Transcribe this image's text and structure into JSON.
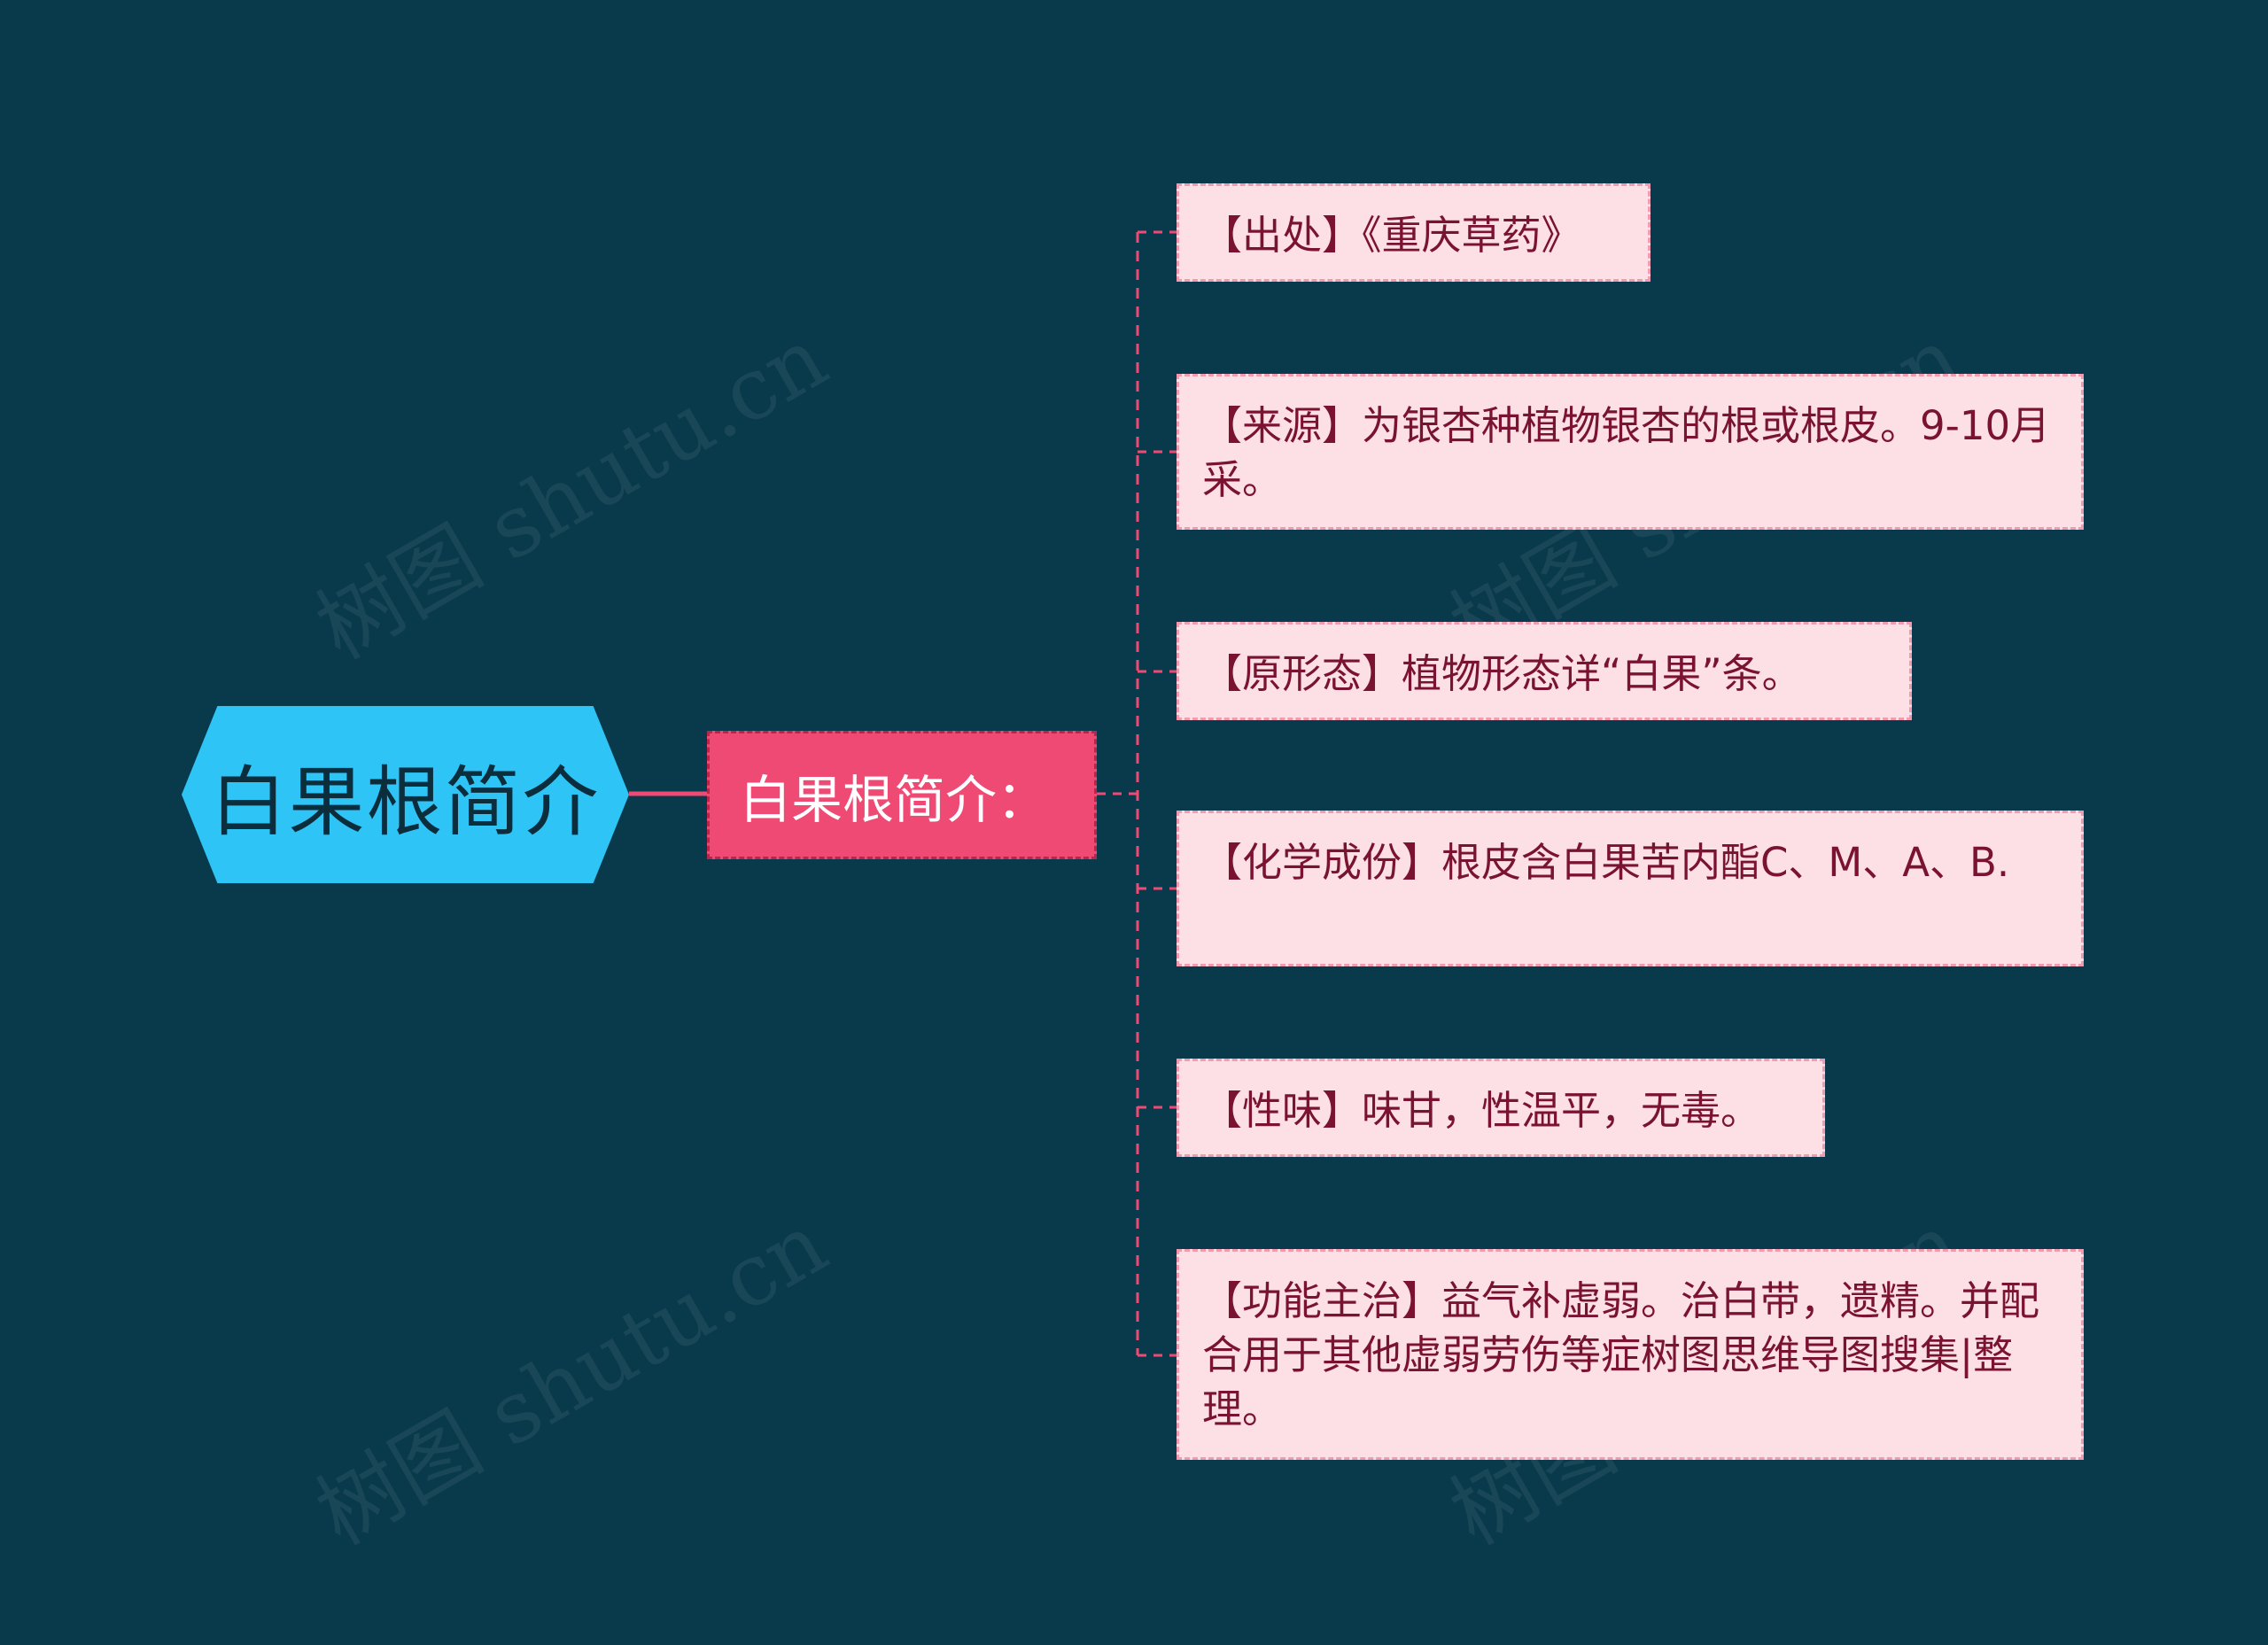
{
  "mindmap": {
    "root": {
      "label": "白果根简介"
    },
    "branch": {
      "label": "白果根简介："
    },
    "leaves": [
      {
        "text": "【出处】《重庆草药》"
      },
      {
        "text": "【来源】为银杏种植物银杏的根或根皮。9-10月采。"
      },
      {
        "text": "【原形态】植物形态详“白果”条。"
      },
      {
        "text": "【化学成份】根皮含白果苦内酯C、M、A、B."
      },
      {
        "text": "【性味】味甘，性温平，无毒。"
      },
      {
        "text": "【功能主治】益气补虚弱。治白带，遗精。并配合用于其他虚弱劳伤等症树图思维导图搜集|整理。"
      }
    ]
  },
  "watermarks": [
    "树图 shutu.cn",
    "树图 shutu.cn",
    "树图 shutu.cn",
    "树图 shutu.cn"
  ],
  "colors": {
    "background": "#083a4c",
    "root": "#2ec4f6",
    "branch": "#ef4a74",
    "leaf": "#fde0e6",
    "leaf_text": "#7a1330",
    "connector": "#ef4a74"
  }
}
